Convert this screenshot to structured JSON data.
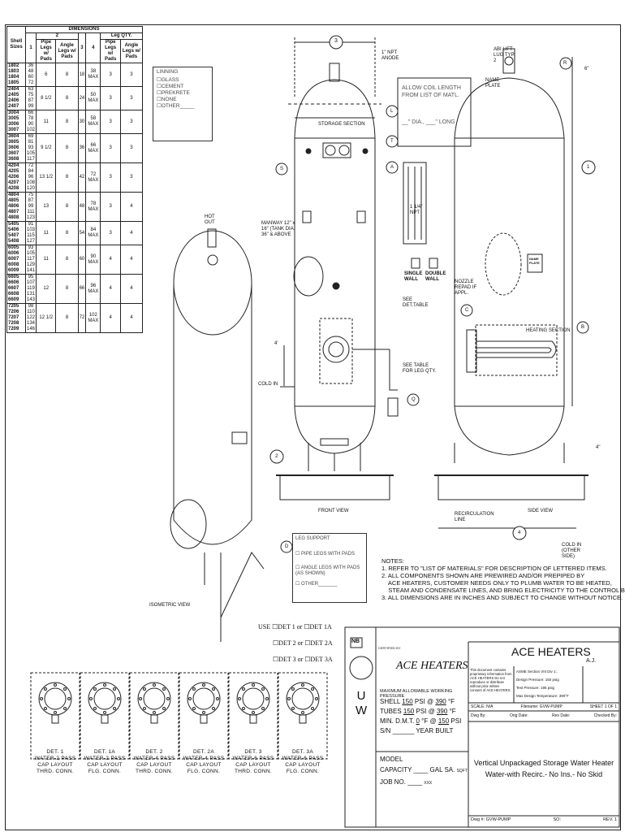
{
  "table": {
    "title": "DIMENSIONS",
    "col_shell": "Shell Sizes",
    "col_1": "1",
    "col_2": "2",
    "col_pipe": "Pipe Legs w/ Pads",
    "col_angle": "Angle Legs w/ Pads",
    "col_3": "3",
    "col_4": "4",
    "col_legqty": "Leg QTY.",
    "col_pipe2": "Pipe Legs w/ Pads",
    "col_angle2": "Angle Legs w/ Pads",
    "groups": [
      {
        "sizes": [
          "1802",
          "1803",
          "1804",
          "1805"
        ],
        "one": [
          "36",
          "48",
          "60",
          "72"
        ],
        "pipe": "6",
        "angle": "8",
        "three": "18",
        "four": "38 MAX",
        "q1": "3",
        "q2": "3"
      },
      {
        "sizes": [
          "2404",
          "2405",
          "2406",
          "2407"
        ],
        "one": [
          "63",
          "75",
          "87",
          "99"
        ],
        "pipe": "8 1/2",
        "angle": "8",
        "three": "24",
        "four": "50 MAX",
        "q1": "3",
        "q2": "3"
      },
      {
        "sizes": [
          "3004",
          "3005",
          "3006",
          "3007"
        ],
        "one": [
          "66",
          "78",
          "90",
          "102"
        ],
        "pipe": "11",
        "angle": "8",
        "three": "30",
        "four": "58 MAX",
        "q1": "3",
        "q2": "3"
      },
      {
        "sizes": [
          "3604",
          "3605",
          "3606",
          "3607",
          "3608"
        ],
        "one": [
          "69",
          "81",
          "93",
          "105",
          "117"
        ],
        "pipe": "9 1/2",
        "angle": "8",
        "three": "36",
        "four": "66 MAX",
        "q1": "3",
        "q2": "3"
      },
      {
        "sizes": [
          "4204",
          "4205",
          "4206",
          "4207",
          "4208"
        ],
        "one": [
          "72",
          "84",
          "96",
          "108",
          "120"
        ],
        "pipe": "13 1/2",
        "angle": "8",
        "three": "42",
        "four": "72 MAX",
        "q1": "3",
        "q2": "3"
      },
      {
        "sizes": [
          "4804",
          "4805",
          "4806",
          "4807",
          "4808"
        ],
        "one": [
          "75",
          "87",
          "99",
          "111",
          "123"
        ],
        "pipe": "13",
        "angle": "8",
        "three": "48",
        "four": "78 MAX",
        "q1": "3",
        "q2": "4"
      },
      {
        "sizes": [
          "5405",
          "5406",
          "5407",
          "5408"
        ],
        "one": [
          "91",
          "103",
          "115",
          "127"
        ],
        "pipe": "11",
        "angle": "8",
        "three": "54",
        "four": "84 MAX",
        "q1": "3",
        "q2": "4"
      },
      {
        "sizes": [
          "6005",
          "6006",
          "6007",
          "6008",
          "6009"
        ],
        "one": [
          "93",
          "105",
          "117",
          "129",
          "141"
        ],
        "pipe": "11",
        "angle": "8",
        "three": "60",
        "four": "90 MAX",
        "q1": "4",
        "q2": "4"
      },
      {
        "sizes": [
          "6605",
          "6606",
          "6607",
          "6608",
          "6609"
        ],
        "one": [
          "95",
          "107",
          "119",
          "131",
          "143"
        ],
        "pipe": "12",
        "angle": "8",
        "three": "66",
        "four": "96 MAX",
        "q1": "4",
        "q2": "4"
      },
      {
        "sizes": [
          "7205",
          "7206",
          "7207",
          "7208",
          "7209"
        ],
        "one": [
          "98",
          "110",
          "122",
          "134",
          "146"
        ],
        "pipe": "12 1/2",
        "angle": "8",
        "three": "72",
        "four": "102 MAX",
        "q1": "4",
        "q2": "4"
      }
    ]
  },
  "lining": {
    "title": "LINNING",
    "items": [
      "GLASS",
      "CEMENT",
      "PREKRETE",
      "NONE",
      "OTHER_____"
    ]
  },
  "front": {
    "npt_anode": "1\" NPT ANODE",
    "storage_section": "STORAGE SECTION",
    "coil_length_l1": "ALLOW COIL LENGTH",
    "coil_length_l2": "FROM LIST OF MATL.",
    "coil_dia": "__\" DIA., ___\" LONG",
    "npt_114": "1 1/4\" NPT",
    "manway": "MANWAY 12\" x 16\" (TANK DIA. 36\" & ABOVE",
    "single_wall": "SINGLE WALL",
    "double_wall": "DOUBLE WALL",
    "see_det": "SEE DET.TABLE",
    "see_table_legs": "SEE TABLE FOR LEG QTY.",
    "cold_in": "COLD IN",
    "dim4": "4'",
    "front_view": "FRONT VIEW",
    "hot_out": "HOT OUT",
    "isometric": "ISOMETRIC VIEW"
  },
  "side": {
    "abi_lug": "ABI LIFT LUG TYP. 2",
    "name_plate": "NAME PLATE",
    "dim6": "6\"",
    "nozzle_repad": "NOZZLE REPAD IF APPL.",
    "heating_section": "HEATING SECTION",
    "recirc_line": "RECIRCULATION LINE",
    "side_view": "SIDE VIEW",
    "cold_in_other": "COLD IN (OTHER SIDE)",
    "dim4": "4\"",
    "plate": "NAME PLATE"
  },
  "balloons": {
    "three": "3",
    "r": "R",
    "one": "1",
    "l": "L",
    "t": "T",
    "a": "A",
    "s": "S",
    "c": "C",
    "b": "B",
    "two": "2",
    "q": "Q",
    "four": "4",
    "d": "D"
  },
  "leg_support": {
    "title": "LEG SUPPORT",
    "pipe": "PIPE LEGS WITH PADS",
    "angle": "ANGLE LEGS WITH PADS (AS SHOWN)",
    "other": "OTHER_______"
  },
  "use_det": {
    "use": "USE",
    "or": "or",
    "det1": "DET 1",
    "det1a": "DET 1A",
    "det2": "DET 2",
    "det2a": "DET 2A",
    "det3": "DET 3",
    "det3a": "DET 3A"
  },
  "notes": {
    "title": "NOTES:",
    "lines": [
      "1. REFER TO \"LIST OF MATERIALS\" FOR DESCRIPTION OF LETTERED ITEMS.",
      "2. ALL COMPONENTS SHOWN ARE PREWIRED AND/OR PREPIPED BY",
      "    ACE HEATERS, CUSTOMER NEEDS ONLY TO PLUMB WATER TO BE HEATED,",
      "    STEAM AND CONDENSATE LINES, AND BRING ELECTRICITY TO THE CONTROL BOX.",
      "3. ALL DIMENSIONS ARE IN INCHES AND SUBJECT TO CHANGE WITHOUT NOTICE."
    ]
  },
  "details": [
    {
      "det": "DET. 1",
      "l1": "WATER-2 PASS",
      "l2": "CAP LAYOUT",
      "l3": "THRD. CONN."
    },
    {
      "det": "DET. 1A",
      "l1": "WATER-2 PASS",
      "l2": "CAP LAYOUT",
      "l3": "FLG. CONN."
    },
    {
      "det": "DET. 2",
      "l1": "WATER-4 PASS",
      "l2": "CAP LAYOUT",
      "l3": "THRD. CONN."
    },
    {
      "det": "DET. 2A",
      "l1": "WATER-4 PASS",
      "l2": "CAP LAYOUT",
      "l3": "FLG. CONN."
    },
    {
      "det": "DET. 3",
      "l1": "WATER-6 PASS",
      "l2": "CAP LAYOUT",
      "l3": "THRD. CONN."
    },
    {
      "det": "DET. 3A",
      "l1": "WATER-6 PASS",
      "l2": "CAP LAYOUT",
      "l3": "FLG. CONN."
    }
  ],
  "title_block": {
    "nb": "NB",
    "uw": [
      "U",
      "W"
    ],
    "certified_by": "CERTIFIED BY",
    "ace_script": "ACE HEATERS",
    "company": "ACE HEATERS",
    "aj": "A.J.",
    "mawp": "MAXIMUM ALLOWABLE WORKING PRESSURE",
    "shell": "SHELL",
    "shell_psi": "150",
    "shell_temp": "390",
    "tubes": "TUBES",
    "tubes_psi": "150",
    "tubes_temp": "390",
    "psi_at": "PSI @",
    "deg_f": "°F",
    "min_dmt": "MIN. D.M.T.",
    "min_dmt_val": "0",
    "min_dmt_psi": "150",
    "psi": "PSI",
    "sn": "S/N",
    "year_built": "YEAR BUILT",
    "model": "MODEL",
    "capacity": "CAPACITY",
    "gal_sa": "GAL SA.",
    "sqft": "SQFT",
    "job_no": "JOB NO.",
    "xxx": "XXX",
    "proprietary": "This document contains proprietary information from ACE HEATERS Do not reproduce or distribute without prior written consent of ACE HEATERS",
    "asme": "ASME Section VIII Div 1:.",
    "design_pressure": "Design Pressure: 150 psig",
    "test_pressure": "Test Pressure: 195 psig",
    "max_temp": "Max Design Temperature: 390°F",
    "scale": "SCALE: N/A",
    "filename": "Filename: GVW-PUMP",
    "sheet": "SHEET 1 OF 1",
    "dwg_by": "Dwg By:",
    "orig_date": "Orig Date:",
    "rev_date": "Rev Date:",
    "checked_by": "Checked By:",
    "desc1": "Vertical Unpackaged Storage Water Heater",
    "desc2": "Water-with Recirc.- No Ins.- No Skid",
    "dwg_no": "Dwg #: GVW-PUMP",
    "so": "SO:",
    "rev": "REV. 1"
  }
}
